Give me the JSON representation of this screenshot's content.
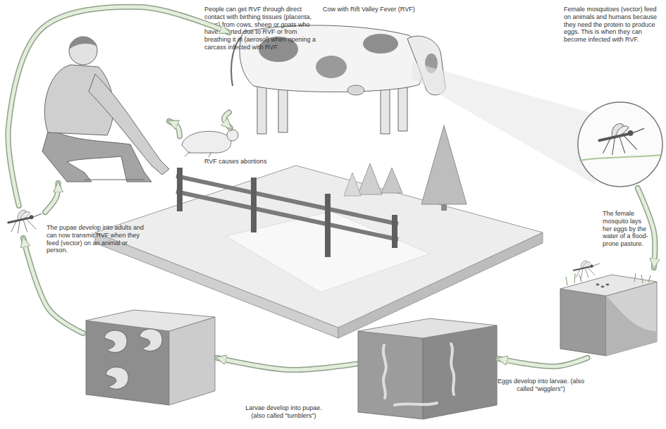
{
  "diagram": {
    "nodes": [
      {
        "text": [
          "People can get RVF through direct contact with birthing tissues (placenta, fetus) from cows, sheep or goats who have aborted due to RVF or from breathing it in (aerosol) when opening a carcass infected with RVF."
        ]
      },
      {
        "text": [
          "Cow with Rift Valley Fever (RVF)"
        ]
      },
      {
        "text": [
          "Female mosquitoes (vector) feed on animals and humans because they need the protein to produce eggs. This is when they can become infected with RVF."
        ]
      },
      {
        "text": [
          "RVF causes abortions"
        ]
      },
      {
        "text": [
          "The female mosquito lays her eggs by the water of a flood-prone pasture."
        ]
      },
      {
        "text": [
          "The pupae develop into adults and can now transmit RVF when they feed (vector) on an animal or person."
        ]
      },
      {
        "text": [
          "Larvae develop into pupae. (also called \"tumblers\")"
        ]
      },
      {
        "text": [
          "Eggs develop into larvae. (also called \"wigglers\")"
        ]
      }
    ],
    "edges": [
      {
        "from": 5,
        "to": 1,
        "arrow": "to"
      },
      {
        "from": 5,
        "to": 0,
        "arrow": "to"
      },
      {
        "from": 1,
        "to": 3,
        "arrow": "to"
      },
      {
        "from": 3,
        "to": 0,
        "arrow": "to"
      },
      {
        "from": 2,
        "to": 4,
        "arrow": "to"
      },
      {
        "from": 4,
        "to": 7,
        "arrow": "to"
      },
      {
        "from": 7,
        "to": 6,
        "arrow": "to"
      },
      {
        "from": 6,
        "to": 5,
        "arrow": "to"
      }
    ]
  }
}
